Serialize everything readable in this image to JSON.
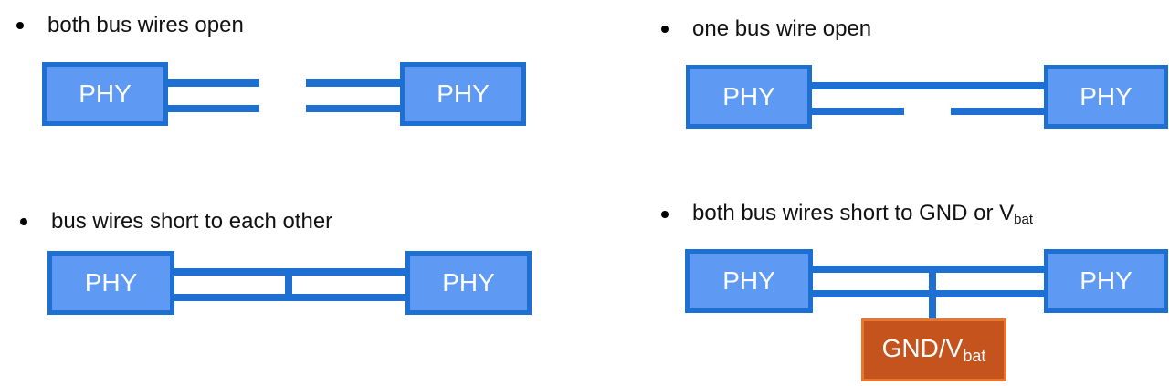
{
  "colors": {
    "phy_fill": "#5e99f4",
    "phy_border": "#1e6fd2",
    "wire": "#1e6fd2",
    "fault_fill": "#c5531d",
    "fault_border": "#e7762e"
  },
  "node_label": "PHY",
  "scenarios": [
    {
      "bullet": "both bus wires open"
    },
    {
      "bullet": "one bus wire open"
    },
    {
      "bullet": "bus wires short to each other"
    },
    {
      "bullet_main": "both bus wires short to GND or V",
      "bullet_sub": "bat"
    }
  ],
  "fault_target": {
    "main": "GND/V",
    "sub": "bat"
  }
}
